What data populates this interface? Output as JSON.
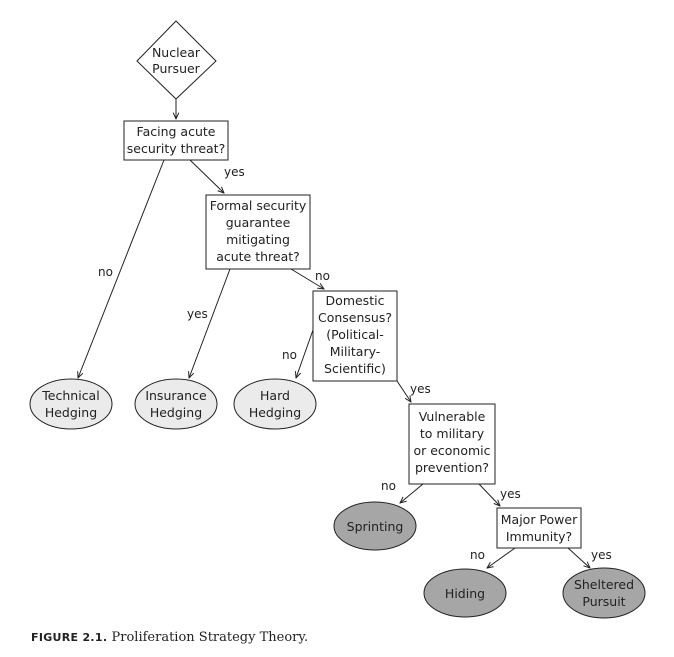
{
  "diagram": {
    "start": {
      "lines": [
        "Nuclear",
        "Pursuer"
      ]
    },
    "decisions": {
      "acute_threat": [
        "Facing acute",
        "security threat?"
      ],
      "security_guarantee": [
        "Formal security",
        "guarantee",
        "mitigating",
        "acute threat?"
      ],
      "domestic_consensus": [
        "Domestic",
        "Consensus?",
        "(Political-",
        "Military-",
        "Scientific)"
      ],
      "vulnerable": [
        "Vulnerable",
        "to military",
        "or economic",
        "prevention?"
      ],
      "immunity": [
        "Major Power",
        "Immunity?"
      ]
    },
    "outcomes": {
      "technical_hedging": [
        "Technical",
        "Hedging"
      ],
      "insurance_hedging": [
        "Insurance",
        "Hedging"
      ],
      "hard_hedging": [
        "Hard",
        "Hedging"
      ],
      "sprinting": [
        "Sprinting"
      ],
      "hiding": [
        "Hiding"
      ],
      "sheltered_pursuit": [
        "Sheltered",
        "Pursuit"
      ]
    },
    "edge_labels": {
      "acute_no": "no",
      "acute_yes": "yes",
      "guarantee_yes": "yes",
      "guarantee_no": "no",
      "consensus_no": "no",
      "consensus_yes": "yes",
      "vulnerable_no": "no",
      "vulnerable_yes": "yes",
      "immunity_no": "no",
      "immunity_yes": "yes"
    },
    "colors": {
      "light_outcome": "#ebebeb",
      "dark_outcome": "#a6a6a6",
      "line": "#222222"
    }
  },
  "caption": {
    "label": "FIGURE 2.1.",
    "text": "Proliferation Strategy Theory."
  }
}
